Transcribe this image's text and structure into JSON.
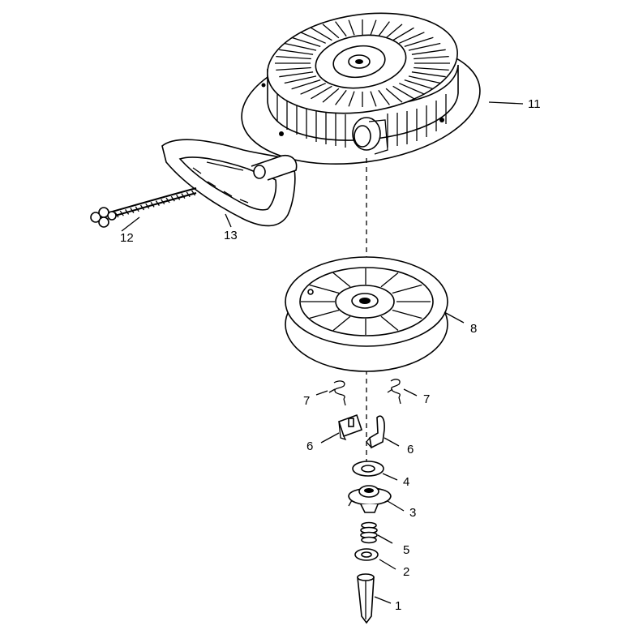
{
  "diagram": {
    "labels": {
      "p1": "1",
      "p2": "2",
      "p3": "3",
      "p4": "4",
      "p5": "5",
      "p6a": "6",
      "p6b": "6",
      "p7a": "7",
      "p7b": "7",
      "p8": "8",
      "p11": "11",
      "p12": "12",
      "p13": "13"
    }
  }
}
